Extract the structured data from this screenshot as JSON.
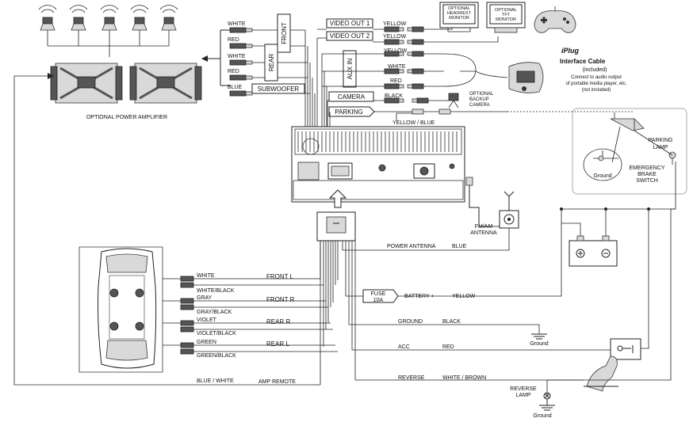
{
  "amplifier": {
    "caption": "OPTIONAL POWER AMPLIFIER"
  },
  "preamp_outputs": {
    "front_label": "FRONT",
    "rear_label": "REAR",
    "subwoofer_label": "SUBWOOFER",
    "wires": [
      "WHITE",
      "RED",
      "WHITE",
      "RED",
      "BLUE"
    ]
  },
  "video": {
    "out1_label": "VIDEO OUT 1",
    "out1_color": "YELLOW",
    "out2_label": "VIDEO OUT 2",
    "out2_color": "YELLOW",
    "headrest_monitor": "OPTIONAL HEADREST MONITOR",
    "tft_monitor": "OPTIONAL TFT MONITOR"
  },
  "aux_in": {
    "label": "AUX IN",
    "wires": [
      "YELLOW",
      "WHITE",
      "RED"
    ]
  },
  "interface_cable": {
    "brand": "iPlug",
    "title": "Interface Cable",
    "included": "(included)",
    "note_lines": [
      "Connect to audio output",
      "of portable media player, etc.",
      "(not included)"
    ]
  },
  "camera": {
    "label": "CAMERA",
    "color": "BLACK",
    "optional_lines": [
      "OPTIONAL",
      "BACKUP",
      "CAMERA"
    ]
  },
  "parking": {
    "label": "PARKING",
    "wire_color": "YELLOW / BLUE",
    "lamp_label_lines": [
      "PARKING",
      "LAMP"
    ],
    "ground_label": "Ground",
    "switch_label_lines": [
      "EMERGENCY",
      "BRAKE",
      "SWITCH"
    ]
  },
  "antenna": {
    "label_lines": [
      "FM/AM",
      "ANTENNA"
    ]
  },
  "power_antenna": {
    "label": "POWER ANTENNA",
    "color": "BLUE"
  },
  "speakers": [
    {
      "label": "FRONT L",
      "pos": "WHITE",
      "neg": "WHITE/BLACK"
    },
    {
      "label": "FRONT R",
      "pos": "GRAY",
      "neg": "GRAY/BLACK"
    },
    {
      "label": "REAR R",
      "pos": "VIOLET",
      "neg": "VIOLET/BLACK"
    },
    {
      "label": "REAR L",
      "pos": "GREEN",
      "neg": "GREEN/BLACK"
    }
  ],
  "fuse": {
    "label_lines": [
      "FUSE",
      "10A"
    ]
  },
  "battery": {
    "label": "BATTERY +",
    "color": "YELLOW"
  },
  "ground": {
    "label": "GROUND",
    "color": "BLACK",
    "ground_label": "Ground"
  },
  "acc": {
    "label": "ACC",
    "color": "RED"
  },
  "reverse": {
    "label": "REVERSE",
    "color": "WHITE / BROWN",
    "lamp_lines": [
      "REVERSE",
      "LAMP"
    ],
    "ground_label": "Ground"
  },
  "amp_remote": {
    "color": "BLUE / WHITE",
    "label": "AMP REMOTE"
  }
}
